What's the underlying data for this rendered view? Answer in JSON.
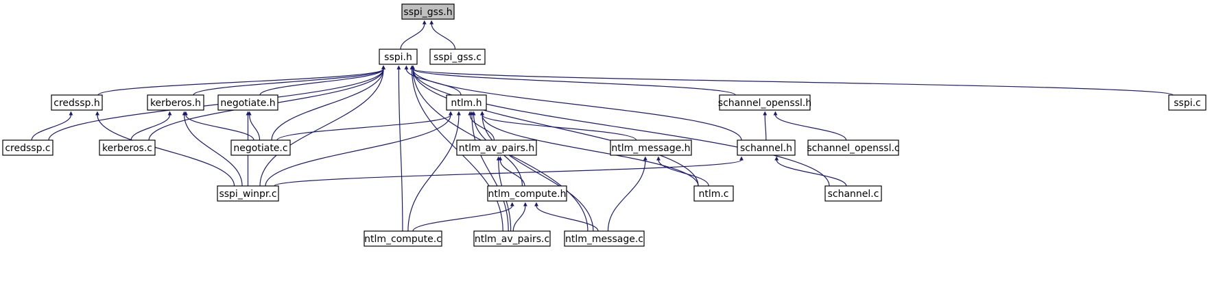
{
  "colors": {
    "edge": "#191970",
    "node_fill": "#ffffff",
    "node_border": "#000000",
    "root_fill": "#bfbfbf"
  },
  "nodes": {
    "sspi_gss_h": "sspi_gss.h",
    "sspi_h": "sspi.h",
    "sspi_gss_c": "sspi_gss.c",
    "credssp_h": "credssp.h",
    "kerberos_h": "kerberos.h",
    "negotiate_h": "negotiate.h",
    "ntlm_h": "ntlm.h",
    "schannel_openssl_h": "schannel_openssl.h",
    "sspi_c": "sspi.c",
    "credssp_c": "credssp.c",
    "kerberos_c": "kerberos.c",
    "negotiate_c": "negotiate.c",
    "ntlm_av_pairs_h": "ntlm_av_pairs.h",
    "ntlm_message_h": "ntlm_message.h",
    "schannel_h": "schannel.h",
    "schannel_openssl_c": "schannel_openssl.c",
    "sspi_winpr_c": "sspi_winpr.c",
    "ntlm_compute_h": "ntlm_compute.h",
    "ntlm_c": "ntlm.c",
    "schannel_c": "schannel.c",
    "ntlm_compute_c": "ntlm_compute.c",
    "ntlm_av_pairs_c": "ntlm_av_pairs.c",
    "ntlm_message_c": "ntlm_message.c"
  },
  "edges": [
    [
      "sspi_gss_h",
      "sspi_h"
    ],
    [
      "sspi_gss_h",
      "sspi_gss_c"
    ],
    [
      "sspi_h",
      "credssp_h"
    ],
    [
      "sspi_h",
      "kerberos_h"
    ],
    [
      "sspi_h",
      "negotiate_h"
    ],
    [
      "sspi_h",
      "ntlm_h"
    ],
    [
      "sspi_h",
      "schannel_openssl_h"
    ],
    [
      "sspi_h",
      "sspi_c"
    ],
    [
      "sspi_h",
      "credssp_c"
    ],
    [
      "sspi_h",
      "kerberos_c"
    ],
    [
      "sspi_h",
      "negotiate_c"
    ],
    [
      "sspi_h",
      "sspi_winpr_c"
    ],
    [
      "sspi_h",
      "ntlm_compute_c"
    ],
    [
      "sspi_h",
      "schannel_h"
    ],
    [
      "sspi_h",
      "ntlm_c"
    ],
    [
      "sspi_h",
      "schannel_c"
    ],
    [
      "sspi_h",
      "ntlm_av_pairs_c"
    ],
    [
      "sspi_h",
      "ntlm_message_c"
    ],
    [
      "credssp_h",
      "credssp_c"
    ],
    [
      "credssp_h",
      "sspi_winpr_c"
    ],
    [
      "kerberos_h",
      "kerberos_c"
    ],
    [
      "kerberos_h",
      "negotiate_c"
    ],
    [
      "kerberos_h",
      "sspi_winpr_c"
    ],
    [
      "negotiate_h",
      "negotiate_c"
    ],
    [
      "negotiate_h",
      "sspi_winpr_c"
    ],
    [
      "ntlm_h",
      "negotiate_c"
    ],
    [
      "ntlm_h",
      "sspi_winpr_c"
    ],
    [
      "ntlm_h",
      "ntlm_av_pairs_h"
    ],
    [
      "ntlm_h",
      "ntlm_message_h"
    ],
    [
      "ntlm_h",
      "ntlm_compute_h"
    ],
    [
      "ntlm_h",
      "ntlm_c"
    ],
    [
      "ntlm_h",
      "ntlm_compute_c"
    ],
    [
      "ntlm_h",
      "ntlm_av_pairs_c"
    ],
    [
      "ntlm_h",
      "ntlm_message_c"
    ],
    [
      "schannel_openssl_h",
      "schannel_h"
    ],
    [
      "schannel_openssl_h",
      "schannel_openssl_c"
    ],
    [
      "schannel_h",
      "sspi_winpr_c"
    ],
    [
      "schannel_h",
      "schannel_c"
    ],
    [
      "ntlm_av_pairs_h",
      "ntlm_compute_h"
    ],
    [
      "ntlm_av_pairs_h",
      "ntlm_av_pairs_c"
    ],
    [
      "ntlm_message_h",
      "ntlm_c"
    ],
    [
      "ntlm_message_h",
      "ntlm_message_c"
    ],
    [
      "ntlm_compute_h",
      "ntlm_compute_c"
    ],
    [
      "ntlm_compute_h",
      "ntlm_av_pairs_c"
    ],
    [
      "ntlm_compute_h",
      "ntlm_message_c"
    ]
  ]
}
